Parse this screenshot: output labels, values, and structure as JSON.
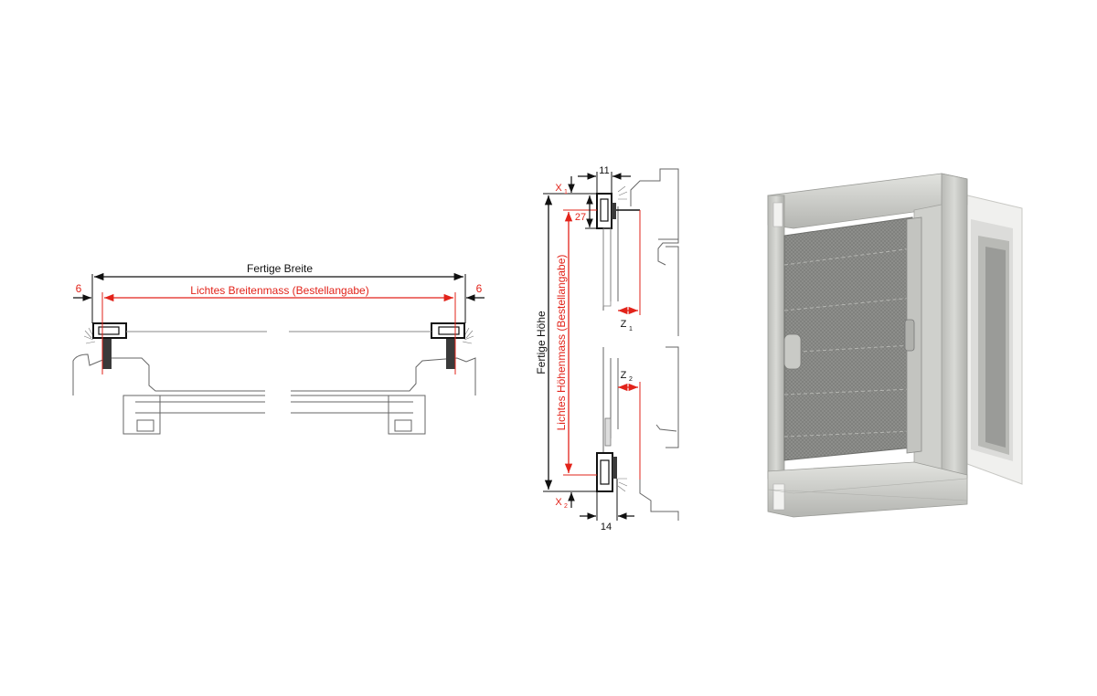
{
  "width_section": {
    "finished_width_label": "Fertige Breite",
    "clear_width_label": "Lichtes Breitenmass (Bestellangabe)",
    "left_offset": "6",
    "right_offset": "6"
  },
  "height_section": {
    "finished_height_label": "Fertige Höhe",
    "clear_height_label": "Lichtes Höhenmass (Bestellangabe)",
    "top_depth": "11",
    "top_profile_height": "27",
    "bottom_depth": "14",
    "x1_letter": "X",
    "x1_sub": "1",
    "x2_letter": "X",
    "x2_sub": "2",
    "z1_letter": "Z",
    "z1_sub": "1",
    "z2_letter": "Z",
    "z2_sub": "2"
  },
  "colors": {
    "dimension_black": "#111111",
    "dimension_red": "#e2231a",
    "drawing_line": "#555555",
    "frame_silver": "#c9cac6",
    "mesh_grey": "#8c8d8a"
  }
}
